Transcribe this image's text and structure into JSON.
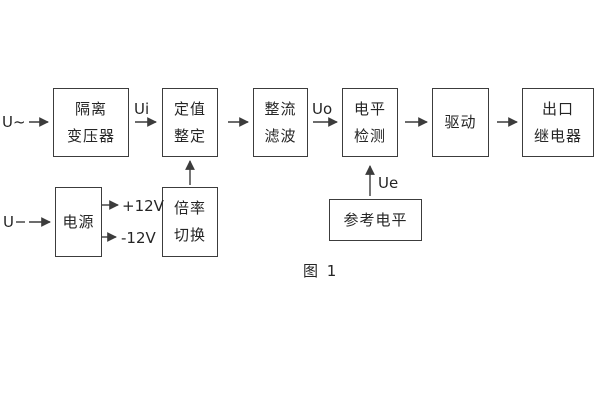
{
  "diagram": {
    "caption": "图 1",
    "blocks": {
      "isolation_transformer": {
        "line1": "隔离",
        "line2": "变压器"
      },
      "value_setting": {
        "line1": "定值",
        "line2": "整定"
      },
      "rectify_filter": {
        "line1": "整流",
        "line2": "滤波"
      },
      "level_detect": {
        "line1": "电平",
        "line2": "检测"
      },
      "drive": {
        "line1": "驱动"
      },
      "output_relay": {
        "line1": "出口",
        "line2": "继电器"
      },
      "power_supply": {
        "line1": "电源"
      },
      "rate_switch": {
        "line1": "倍率",
        "line2": "切换"
      },
      "reference_level": {
        "line1": "参考电平"
      }
    },
    "labels": {
      "ac_input": "U~",
      "dc_input": "U",
      "ui": "Ui",
      "uo": "Uo",
      "ue": "Ue",
      "plus_12v": "+12V",
      "minus_12v": "-12V"
    },
    "colors": {
      "stroke": "#3c3c3c",
      "text": "#252525",
      "background": "#ffffff"
    }
  }
}
